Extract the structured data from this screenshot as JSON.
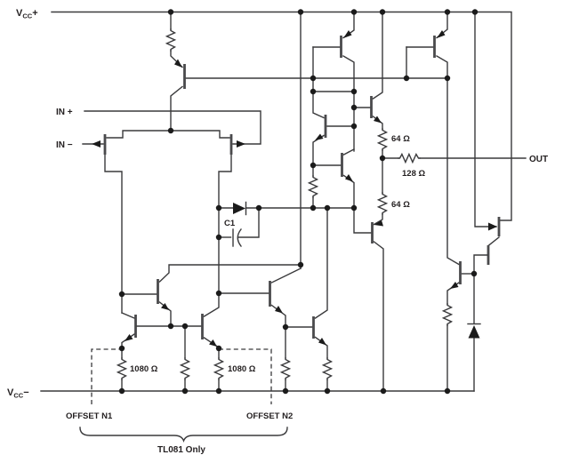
{
  "figure": {
    "type": "circuit-schematic",
    "subject": "TL081 operational amplifier equivalent internal schematic"
  },
  "colors": {
    "background": "#ffffff",
    "wire": "#3a3a3c",
    "label": "#231f20"
  },
  "pins": {
    "vcc_plus": {
      "v": "V",
      "sub": "CC",
      "sign": "+"
    },
    "vcc_minus": {
      "v": "V",
      "sub": "CC",
      "sign": "−"
    },
    "in_plus": "IN +",
    "in_minus": "IN −",
    "out": "OUT",
    "offset_n1": "OFFSET N1",
    "offset_n2": "OFFSET N2"
  },
  "components": {
    "c1": "C1",
    "r64_upper": "64 Ω",
    "r128": "128 Ω",
    "r64_lower": "64 Ω",
    "r1080_left": "1080 Ω",
    "r1080_right": "1080 Ω"
  },
  "notes": {
    "tl081_only": "TL081 Only"
  }
}
